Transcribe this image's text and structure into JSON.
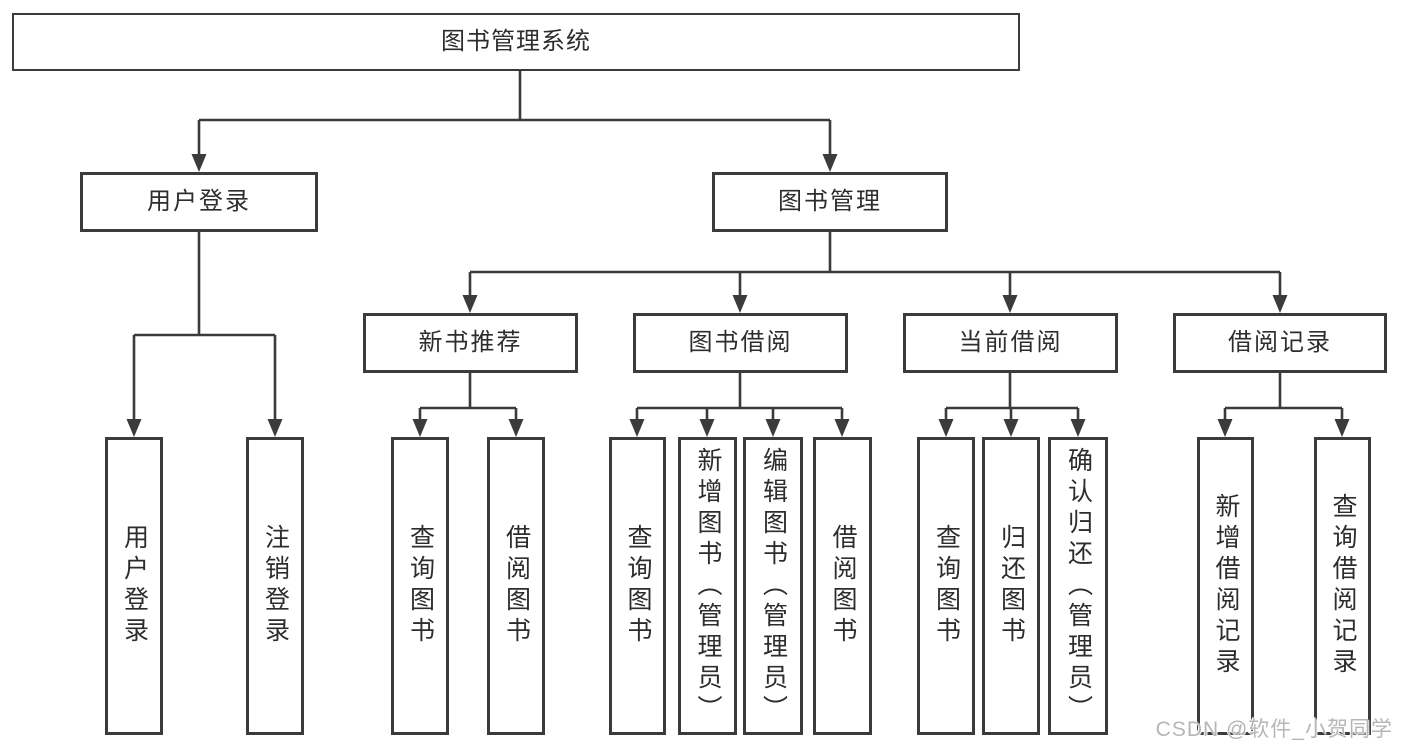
{
  "diagram_title": "图书管理系统",
  "watermark": "CSDN @软件_小贺同学",
  "colors": {
    "line": "#3b3b3b",
    "border": "#3b3b3b",
    "text": "#2d2d2d",
    "watermark": "#b6b6b6",
    "background": "#ffffff"
  },
  "root": {
    "label": "图书管理系统"
  },
  "level2": [
    {
      "label": "用户登录",
      "parent": "图书管理系统"
    },
    {
      "label": "图书管理",
      "parent": "图书管理系统"
    }
  ],
  "level3": [
    {
      "label": "新书推荐",
      "parent": "图书管理"
    },
    {
      "label": "图书借阅",
      "parent": "图书管理"
    },
    {
      "label": "当前借阅",
      "parent": "图书管理"
    },
    {
      "label": "借阅记录",
      "parent": "图书管理"
    }
  ],
  "leaves": [
    {
      "label": "用户登录",
      "parent": "用户登录"
    },
    {
      "label": "注销登录",
      "parent": "用户登录"
    },
    {
      "label": "查询图书",
      "parent": "新书推荐"
    },
    {
      "label": "借阅图书",
      "parent": "新书推荐"
    },
    {
      "label": "查询图书",
      "parent": "图书借阅"
    },
    {
      "label": "新增图书（管理员）",
      "parent": "图书借阅"
    },
    {
      "label": "编辑图书（管理员）",
      "parent": "图书借阅"
    },
    {
      "label": "借阅图书",
      "parent": "图书借阅"
    },
    {
      "label": "查询图书",
      "parent": "当前借阅"
    },
    {
      "label": "归还图书",
      "parent": "当前借阅"
    },
    {
      "label": "确认归还（管理员）",
      "parent": "当前借阅"
    },
    {
      "label": "新增借阅记录",
      "parent": "借阅记录"
    },
    {
      "label": "查询借阅记录",
      "parent": "借阅记录"
    }
  ]
}
